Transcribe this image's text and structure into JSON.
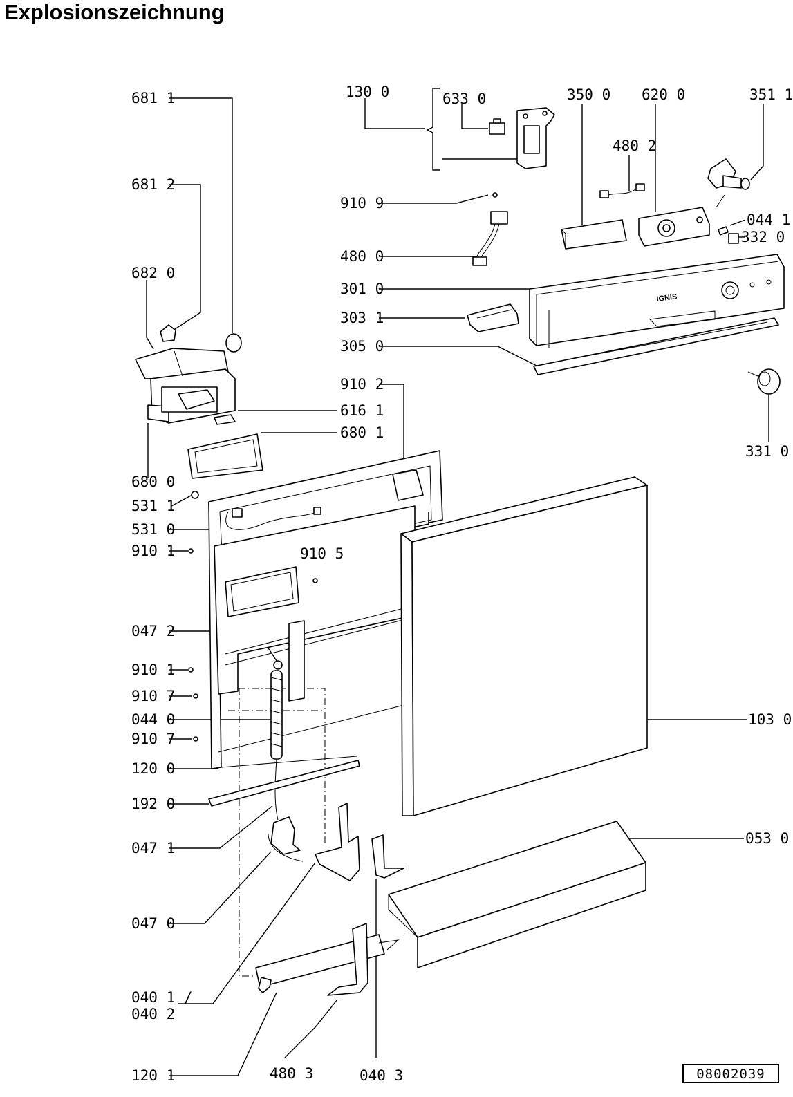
{
  "title": "Explosionszeichnung",
  "brand_marking": "IGNIS",
  "drawing_number": "08002039",
  "part_labels": {
    "p6811": "681 1",
    "p6812": "681 2",
    "p6820": "682 0",
    "p6800": "680 0",
    "p6801": "680 1",
    "p6161": "616 1",
    "p5311": "531 1",
    "p5310": "531 0",
    "p9101a": "910 1",
    "p9105": "910 5",
    "p9102": "910 2",
    "p0472": "047 2",
    "p9101b": "910 1",
    "p9107a": "910 7",
    "p0440": "044 0",
    "p9107b": "910 7",
    "p1200": "120 0",
    "p1920": "192 0",
    "p0471": "047 1",
    "p0470": "047 0",
    "p0401": "040 1 /",
    "p0402": "040 2",
    "p1201": "120 1",
    "p4803": "480 3",
    "p0403": "040 3",
    "p1300": "130 0",
    "p6330": "633 0",
    "p9109": "910 9",
    "p4800": "480 0",
    "p3010": "301 0",
    "p3031": "303 1",
    "p3050": "305 0",
    "p3500": "350 0",
    "p6200": "620 0",
    "p3511": "351 1",
    "p4802": "480 2",
    "p0441": "044 1",
    "p3320": "332 0",
    "p3310": "331 0",
    "p1030": "103 0",
    "p0530": "053 0"
  }
}
